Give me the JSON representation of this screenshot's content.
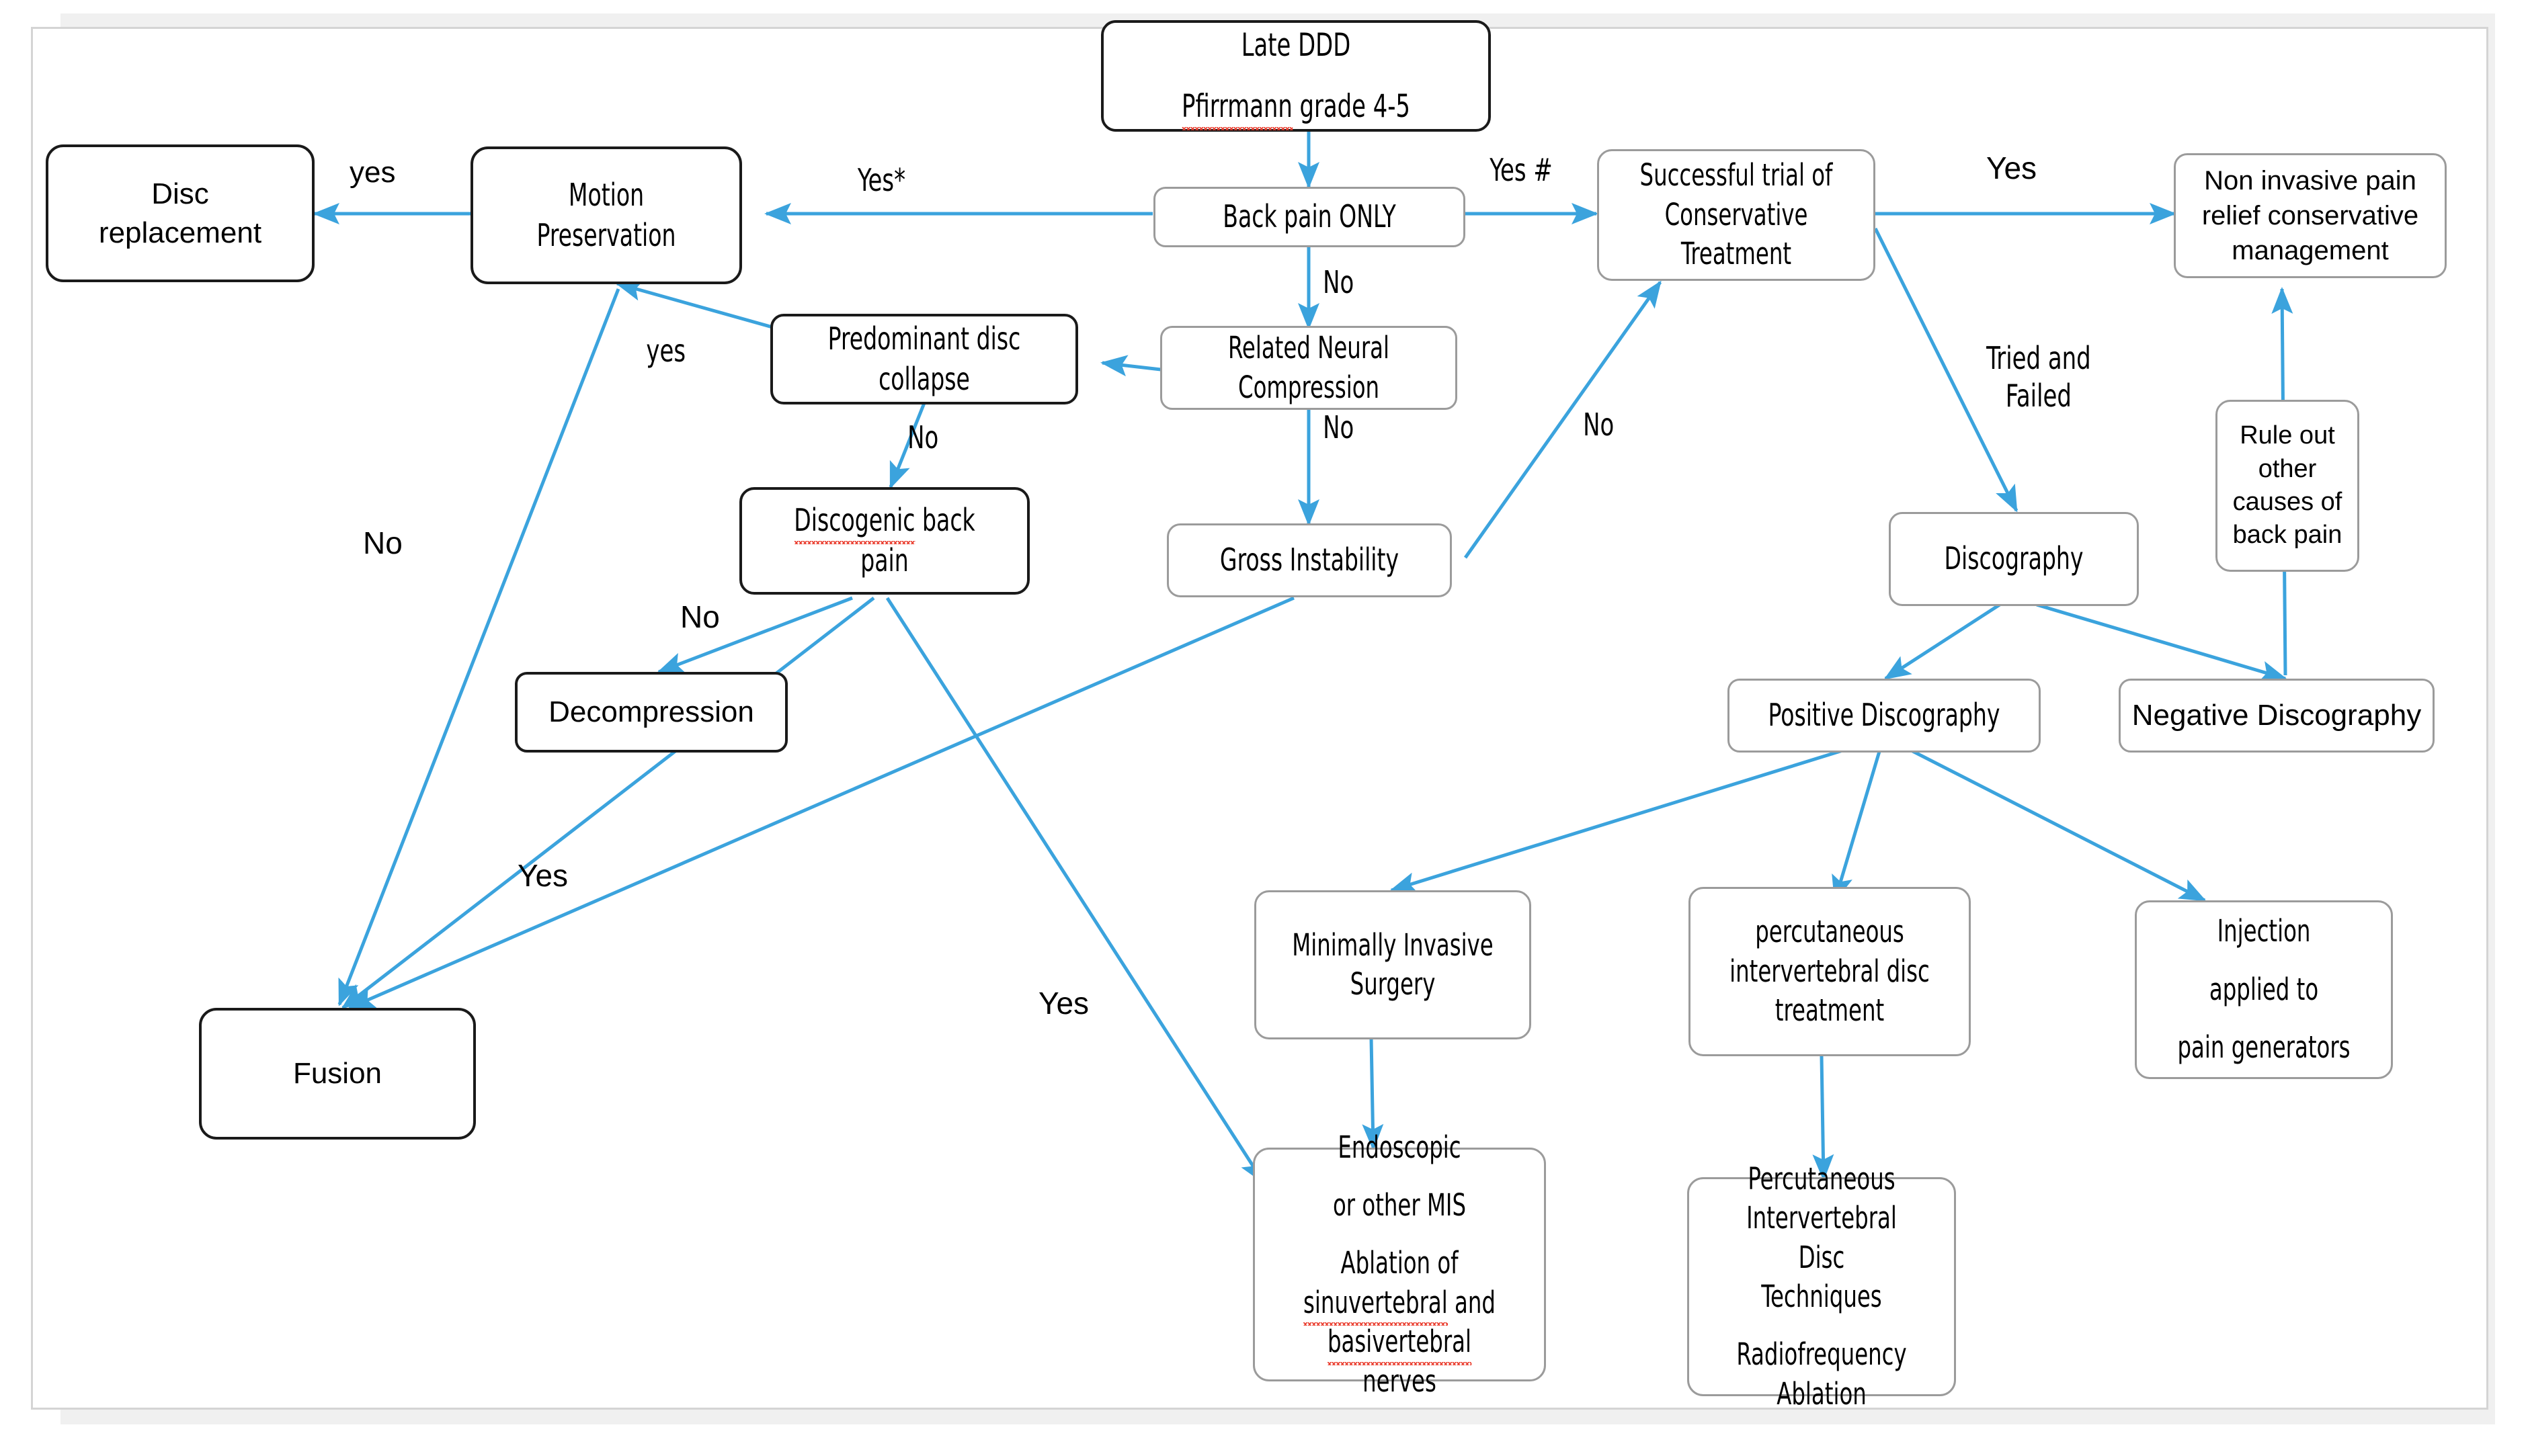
{
  "diagram": {
    "title_node": "Late DDD / Pfirrmann grade 4-5",
    "accent_color": "#3ba3dd",
    "node_border_dark": "#1a1a1a",
    "node_border_grey": "#9b9b9b",
    "canvas_bg": "#ffffff",
    "page_bg": "#f0f0f0"
  },
  "nodes": {
    "late_ddd": {
      "line1": "Late DDD",
      "line2_a": "Pfirrmann",
      "line2_b": " grade 4-5"
    },
    "disc_replacement": {
      "line1": "Disc",
      "line2": "replacement"
    },
    "motion_preservation": {
      "line1": "Motion",
      "line2": "Preservation"
    },
    "back_pain_only": {
      "line1": "Back pain ONLY"
    },
    "successful_trial": {
      "line1": "Successful trial of",
      "line2": "Conservative",
      "line3": "Treatment"
    },
    "non_invasive": {
      "line1": "Non invasive pain",
      "line2": "relief conservative",
      "line3": "management"
    },
    "predominant_disc_collapse": {
      "line1": "Predominant disc",
      "line2": "collapse"
    },
    "related_neural_compression": {
      "line1": "Related Neural",
      "line2": "Compression"
    },
    "rule_out": {
      "line1": "Rule out",
      "line2": "other",
      "line3": "causes of",
      "line4": "back pain"
    },
    "discogenic_back_pain": {
      "line1_a": "Discogenic",
      "line1_b": " back",
      "line2": "pain"
    },
    "gross_instability": {
      "line1": "Gross Instability"
    },
    "discography": {
      "line1": "Discography"
    },
    "decompression": {
      "line1": "Decompression"
    },
    "positive_discography": {
      "line1": "Positive Discography"
    },
    "negative_discography": {
      "line1": "Negative Discography"
    },
    "fusion": {
      "line1": "Fusion"
    },
    "minimally_invasive_surgery": {
      "line1": "Minimally Invasive",
      "line2": "Surgery"
    },
    "percutaneous_ivd_treatment": {
      "line1": "percutaneous",
      "line2": "intervertebral disc",
      "line3": "treatment"
    },
    "injection_pain_generators": {
      "line1": "Injection",
      "line2": "applied to",
      "line3": "pain generators"
    },
    "endoscopic_mis": {
      "line1": "Endoscopic",
      "line2": "or other MIS",
      "line3": "Ablation of",
      "line4_a": "sinuvertebral",
      "line4_b": " and",
      "line5_a": "basivertebral",
      "line5_b": " nerves"
    },
    "percutaneous_rf_ablation": {
      "line1": "Percutaneous",
      "line2": "Intervertebral Disc",
      "line3": "Techniques",
      "line4": "Radiofrequency",
      "line5": "Ablation"
    }
  },
  "edge_labels": {
    "disc_replacement_yes": "yes",
    "motion_pres_yes_star": "Yes*",
    "back_pain_yes_hash": "Yes #",
    "back_pain_no": "No",
    "neural_compression_no": "No",
    "predominant_collapse_no": "No",
    "predominant_collapse_yes": "yes",
    "motion_pres_no": "No",
    "discogenic_no": "No",
    "discogenic_yes": "Yes",
    "gross_instability_yes": "Yes",
    "gross_instability_no": "No",
    "conservative_yes": "Yes",
    "tried_and_failed_l1": "Tried and",
    "tried_and_failed_l2": "Failed"
  }
}
